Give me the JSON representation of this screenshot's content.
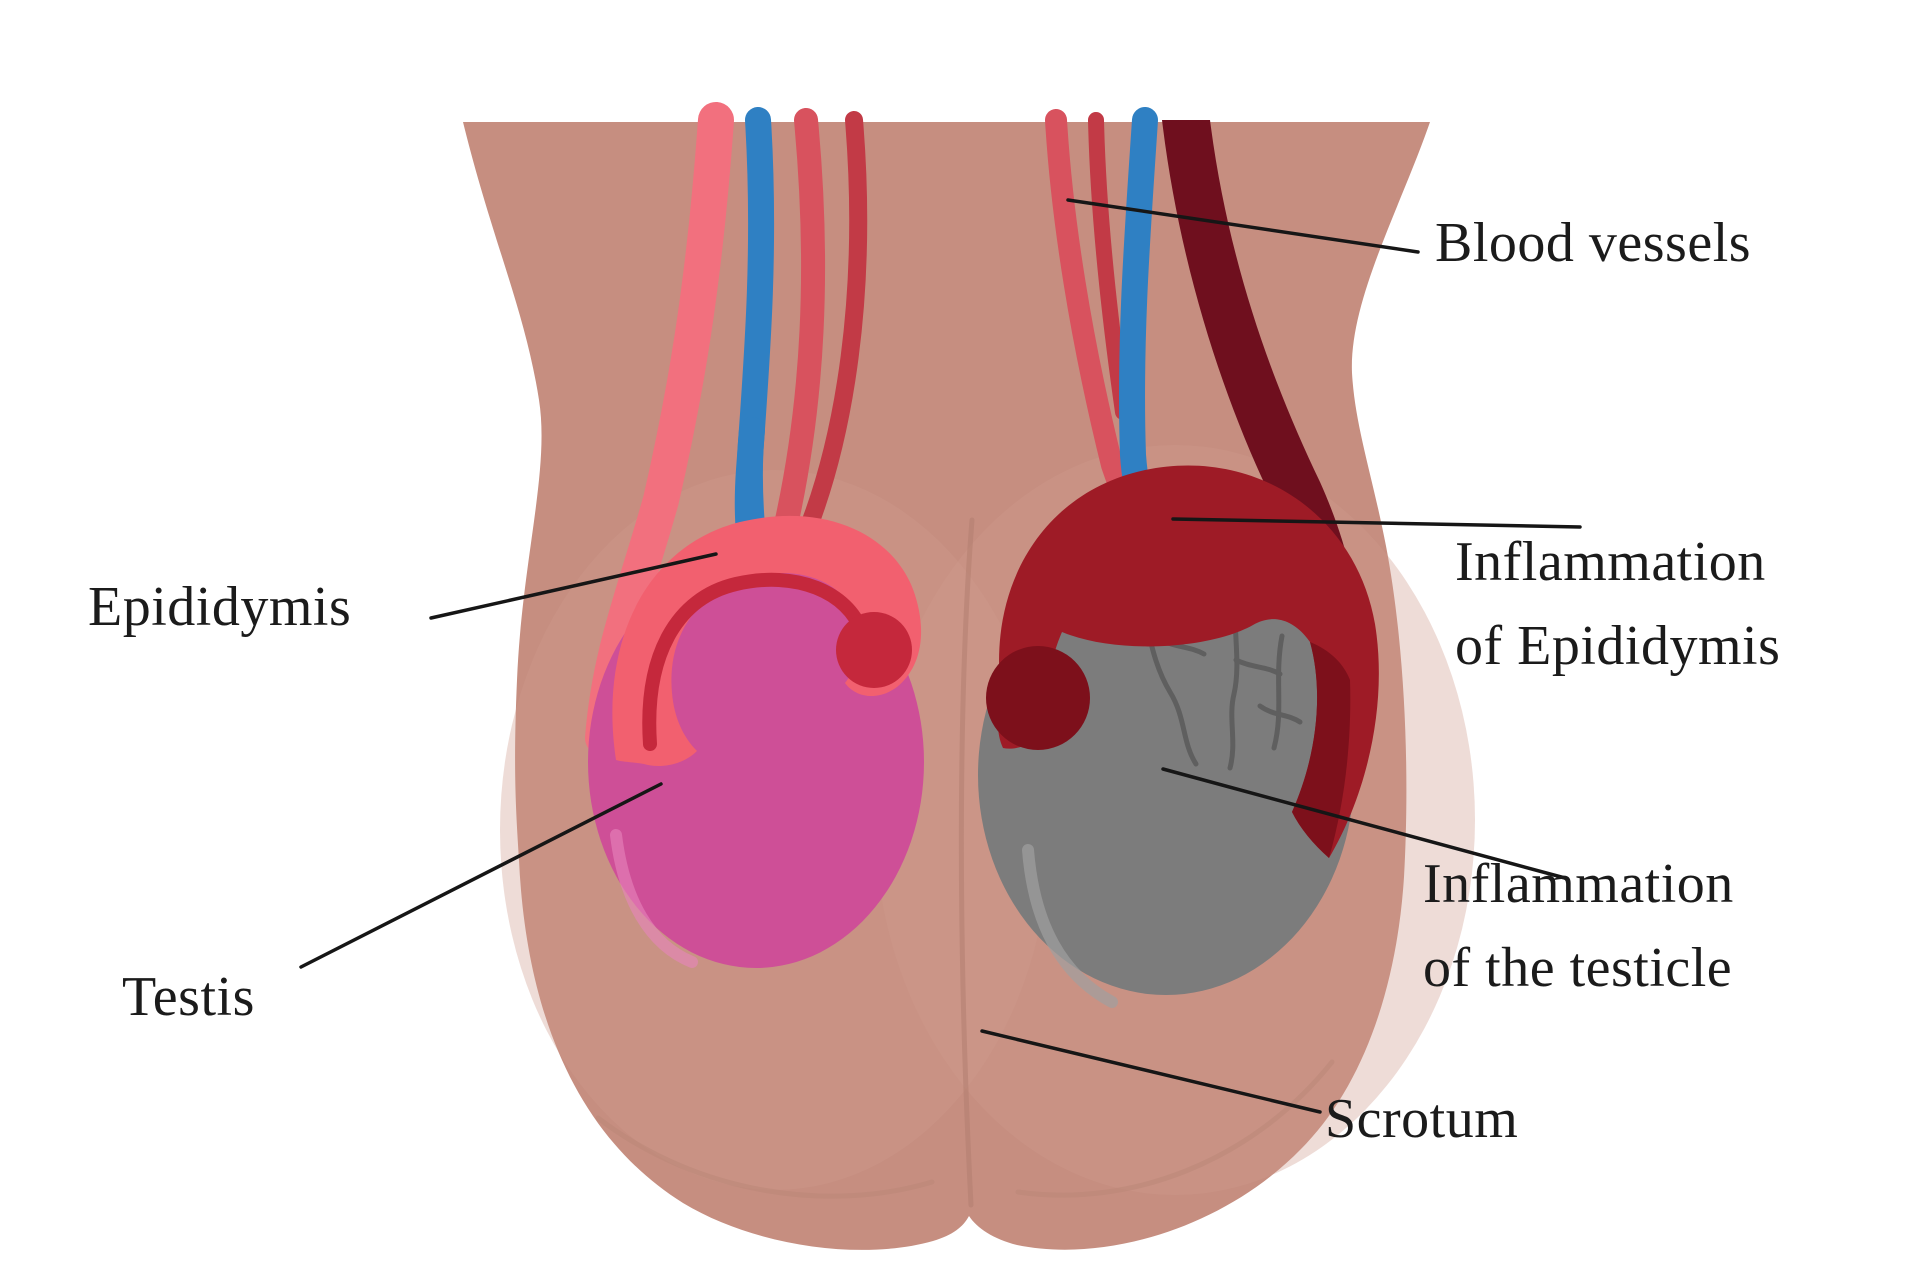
{
  "figure": {
    "background": "#ffffff",
    "labels": {
      "blood_vessels": "Blood vessels",
      "epididymis": "Epididymis",
      "testis": "Testis",
      "inflammation_epididymis": "Inflammation\nof Epididymis",
      "inflammation_testicle": "Inflammation\nof the testicle",
      "scrotum": "Scrotum"
    },
    "colors": {
      "text": "#1b1b1b",
      "leader_line": "#161616",
      "scrotum_skin": "#c68e80",
      "scrotum_inner_light": "#cf9a8c",
      "scrotum_shade": "#b27d6f",
      "scrotum_rim": "#b98475",
      "testis_left_pink": "#ce4f97",
      "testis_left_highlight": "#e886bd",
      "epididymis_coral": "#f2606f",
      "epididymis_crimson": "#c5283c",
      "testis_right_gray": "#7c7c7c",
      "testis_right_highlight": "#a0a0a0",
      "testis_right_vessels": "#5a5a5a",
      "inflamed_epididymis": "#9e1b26",
      "inflamed_epididymis_dark": "#7d101b",
      "artery_red": "#d8525e",
      "artery_dark_red": "#c23a46",
      "vein_blue": "#2f80c3",
      "cord_pink": "#f2707e",
      "vas_maroon": "#6f0f1e"
    }
  }
}
